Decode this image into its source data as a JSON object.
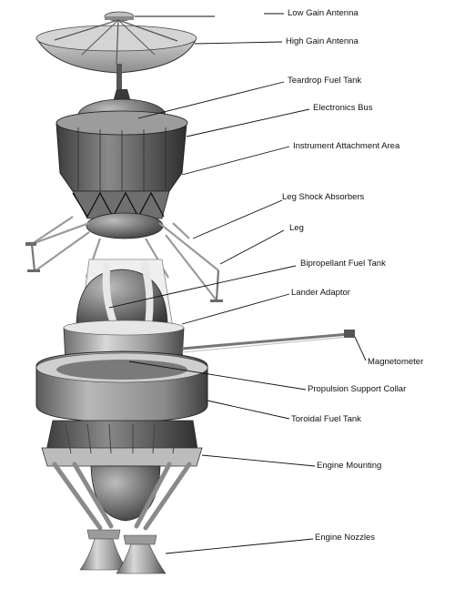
{
  "labels": {
    "low_gain_antenna": "Low Gain Antenna",
    "high_gain_antenna": "High Gain Antenna",
    "teardrop_fuel_tank": "Teardrop Fuel Tank",
    "electronics_bus": "Electronics Bus",
    "instrument_attachment_area": "Instrument Attachment Area",
    "leg_shock_absorbers": "Leg Shock Absorbers",
    "leg": "Leg",
    "bipropellant_fuel_tank": "Bipropellant Fuel Tank",
    "lander_adaptor": "Lander Adaptor",
    "magnetometer": "Magnetometer",
    "propulsion_support_collar": "Propulsion Support Collar",
    "toroidal_fuel_tank": "Toroidal Fuel Tank",
    "engine_mounting": "Engine Mounting",
    "engine_nozzles": "Engine Nozzles"
  }
}
